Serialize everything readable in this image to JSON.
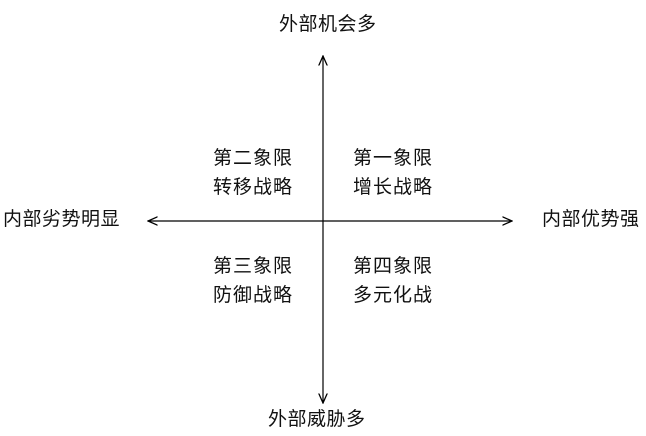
{
  "axes": {
    "top": "外部机会多",
    "bottom": "外部威胁多",
    "left": "内部劣势明显",
    "right": "内部优势强",
    "line_color": "#000000"
  },
  "quadrants": {
    "q1": {
      "name": "第一象限",
      "strategy": "增长战略"
    },
    "q2": {
      "name": "第二象限",
      "strategy": "转移战略"
    },
    "q3": {
      "name": "第三象限",
      "strategy": "防御战略"
    },
    "q4": {
      "name": "第四象限",
      "strategy": "多元化战"
    }
  }
}
